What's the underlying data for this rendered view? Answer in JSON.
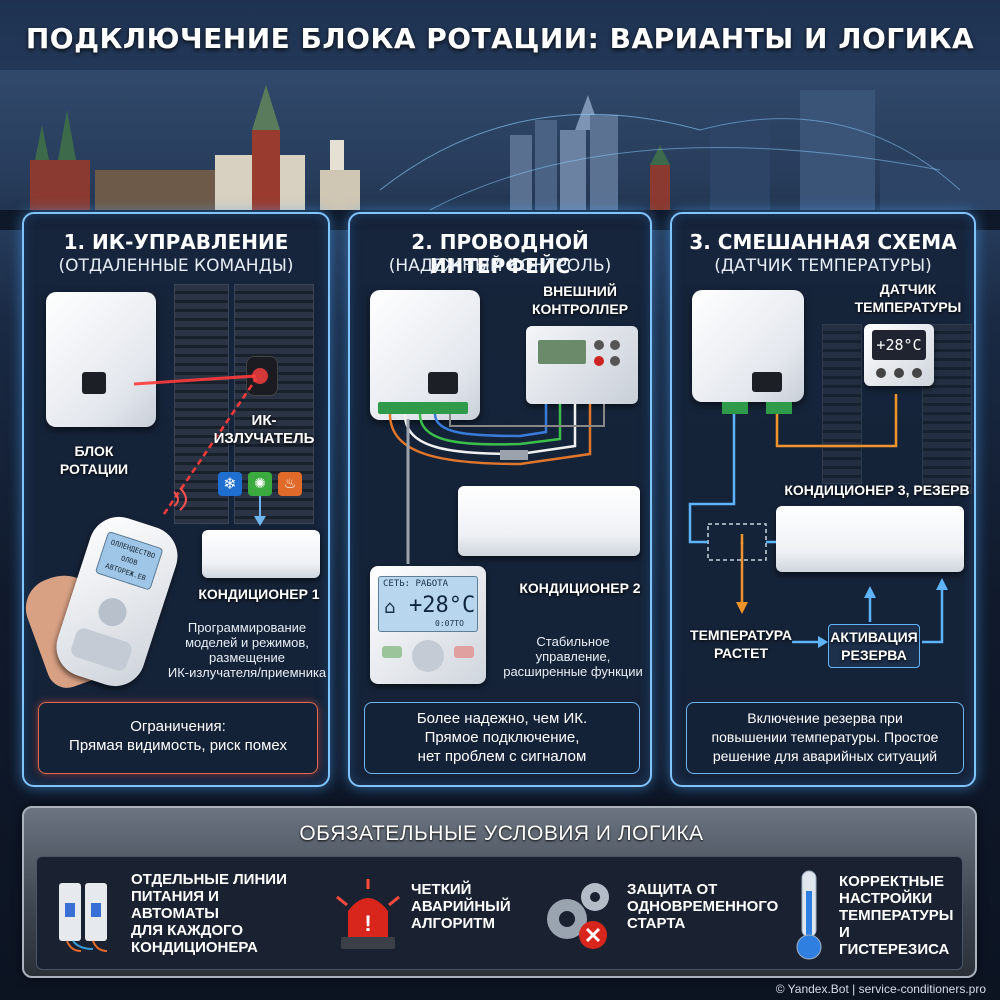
{
  "title": "ПОДКЛЮЧЕНИЕ БЛОКА РОТАЦИИ: ВАРИАНТЫ И ЛОГИКА",
  "panels": [
    {
      "title": "1. ИК-УПРАВЛЕНИЕ",
      "subtitle": "(ОТДАЛЕННЫЕ КОМАНДЫ)",
      "labels": {
        "rotation_unit": "БЛОК\nРОТАЦИИ",
        "ir_emitter": "ИК-\nИЗЛУЧАТЕЛЬ",
        "ac": "КОНДИЦИОНЕР 1",
        "remote_screen": "ОЛЛЕНДЕСТВО\nОЛОВ\nАВТОРЕЖ.ЕВ"
      },
      "description": "Программирование\nмоделей и режимов,\nразмещение\nИК-излучателя/приемника",
      "box": "Ограничения:\nПрямая видимость, риск помех"
    },
    {
      "title": "2. ПРОВОДНОЙ ИНТЕРФЕЙС",
      "subtitle": "(НАДЕЖНЫЙ КОНТРОЛЬ)",
      "labels": {
        "controller": "ВНЕШНИЙ\nКОНТРОЛЛЕР",
        "ac": "КОНДИЦИОНЕР 2",
        "panel_status": "СЕТЬ: РАБОТА",
        "panel_temp": "+28°C",
        "panel_small": "0:07ТО"
      },
      "description": "Стабильное\nуправление,\nрасширенные функции",
      "box": "Более надежно, чем ИК.\nПрямое подключение,\nнет проблем с сигналом"
    },
    {
      "title": "3. СМЕШАННАЯ СХЕМА",
      "subtitle": "(ДАТЧИК ТЕМПЕРАТУРЫ)",
      "labels": {
        "sensor": "ДАТЧИК\nТЕМПЕРАТУРЫ",
        "sensor_temp": "+28°C",
        "ac": "КОНДИЦИОНЕР 3, РЕЗЕРВ",
        "temp_rise": "ТЕМПЕРАТУРА\nРАСТЕТ",
        "activation": "АКТИВАЦИЯ\nРЕЗЕРВА"
      },
      "box": "Включение резерва при\nповышении температуры. Простое\nрешение для аварийных ситуаций"
    }
  ],
  "bottom": {
    "title": "ОБЯЗАТЕЛЬНЫЕ УСЛОВИЯ И ЛОГИКА",
    "items": [
      {
        "icon": "circuit-breaker-icon",
        "text": "ОТДЕЛЬНЫЕ ЛИНИИ\nПИТАНИЯ И АВТОМАТЫ\nДЛЯ КАЖДОГО\nКОНДИЦИОНЕРА"
      },
      {
        "icon": "alarm-siren-icon",
        "text": "ЧЕТКИЙ\nАВАРИЙНЫЙ\nАЛГОРИТМ"
      },
      {
        "icon": "gears-icon",
        "text": "ЗАЩИТА ОТ\nОДНОВРЕМЕННОГО\nСТАРТА"
      },
      {
        "icon": "thermometer-icon",
        "text": "КОРРЕКТНЫЕ\nНАСТРОЙКИ\nТЕМПЕРАТУРЫ\nИ ГИСТЕРЕЗИСА"
      }
    ]
  },
  "watermark": "© Yandex.Bot | service-conditioners.pro",
  "colors": {
    "panel_border": "#7fc4ff",
    "ir_beam": "#ff3030",
    "alert_border": "#e2674f",
    "arrow_orange": "#f0932b",
    "arrow_blue": "#5fb4ff"
  }
}
